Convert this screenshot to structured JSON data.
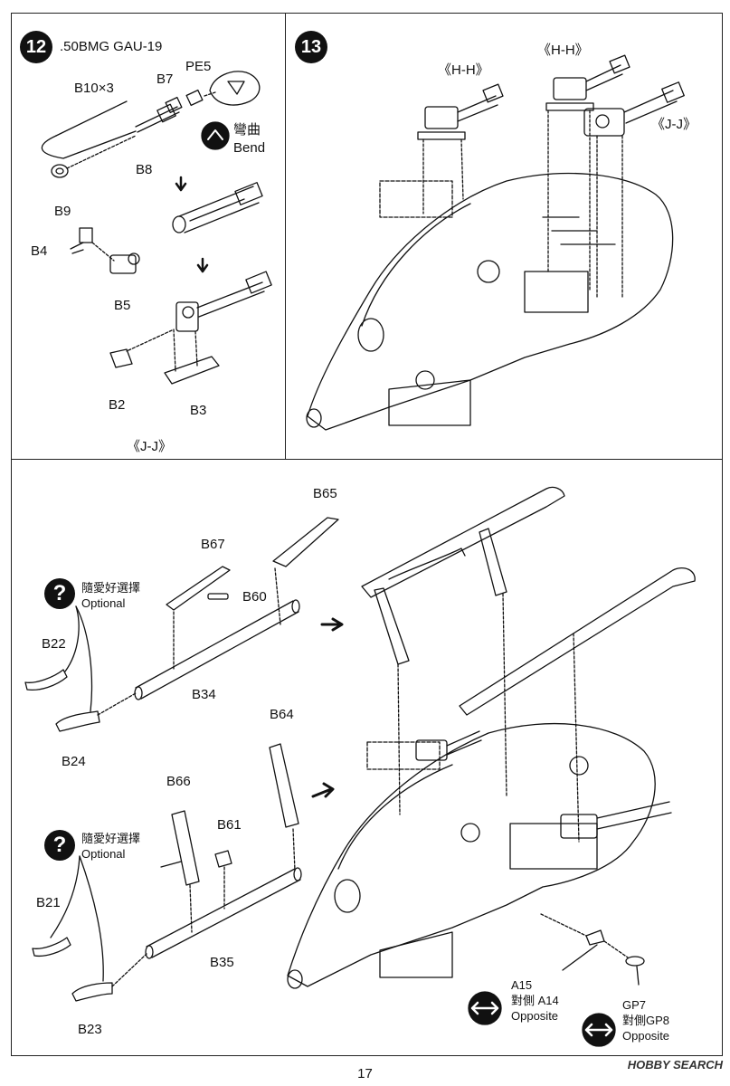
{
  "step12": {
    "number": "12",
    "title": ".50BMG GAU-19",
    "parts": {
      "b10": "B10×3",
      "b7": "B7",
      "pe5": "PE5",
      "b8": "B8",
      "b9": "B9",
      "b4": "B4",
      "b5": "B5",
      "b2": "B2",
      "b3": "B3"
    },
    "bend_zh": "彎曲",
    "bend_en": "Bend",
    "view_label": "《J-J》"
  },
  "step13": {
    "number": "13",
    "label_hh_left": "《H-H》",
    "label_hh_right": "《H-H》",
    "label_jj": "《J-J》"
  },
  "lower": {
    "parts": {
      "b65": "B65",
      "b67": "B67",
      "b60": "B60",
      "b34": "B34",
      "b22": "B22",
      "b24": "B24",
      "b64": "B64",
      "b66": "B66",
      "b61": "B61",
      "b35": "B35",
      "b21": "B21",
      "b23": "B23",
      "a15": "A15",
      "a14": "對側 A14",
      "gp7": "GP7",
      "gp8": "對側GP8"
    },
    "optional_zh": "隨愛好選擇",
    "optional_en": "Optional",
    "opposite": "Opposite"
  },
  "page_number": "17",
  "watermark": "HOBBY SEARCH"
}
